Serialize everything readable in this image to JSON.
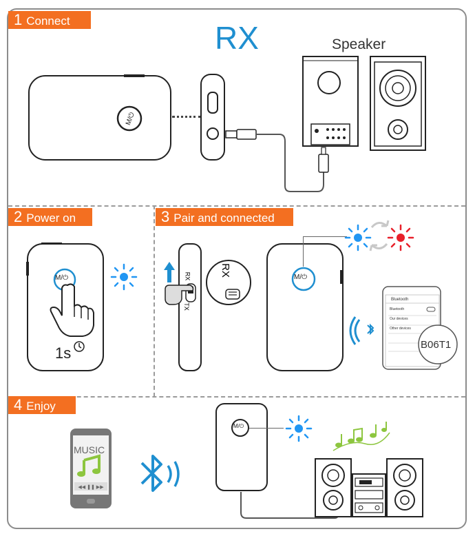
{
  "sections": [
    {
      "number": "1",
      "label": "Connect"
    },
    {
      "number": "2",
      "label": "Power on"
    },
    {
      "number": "3",
      "label": "Pair and  connected"
    },
    {
      "number": "4",
      "label": "Enjoy"
    }
  ],
  "mode_title": "RX",
  "speaker_label": "Speaker",
  "button_label": "M/⏻",
  "switch_labels": {
    "tx": "TX",
    "rx": "RX",
    "rx_large": "RX"
  },
  "hold_time": "1s",
  "device_name": "B06T1",
  "phone_screen": {
    "header": "Bluetooth",
    "rows": [
      "Bluetooth",
      "Our devices",
      "Other devices"
    ]
  },
  "music_label": "MUSIC",
  "colors": {
    "accent": "#f36f21",
    "led_blue": "#2196f3",
    "led_red": "#e8202a",
    "title_blue": "#1f8fd0",
    "green_note": "#8dc63f"
  },
  "icons": [
    "bluetooth-icon",
    "clock-icon",
    "hand-pointer-icon",
    "arrow-up-icon",
    "music-note-icon",
    "sync-arrows-icon"
  ]
}
